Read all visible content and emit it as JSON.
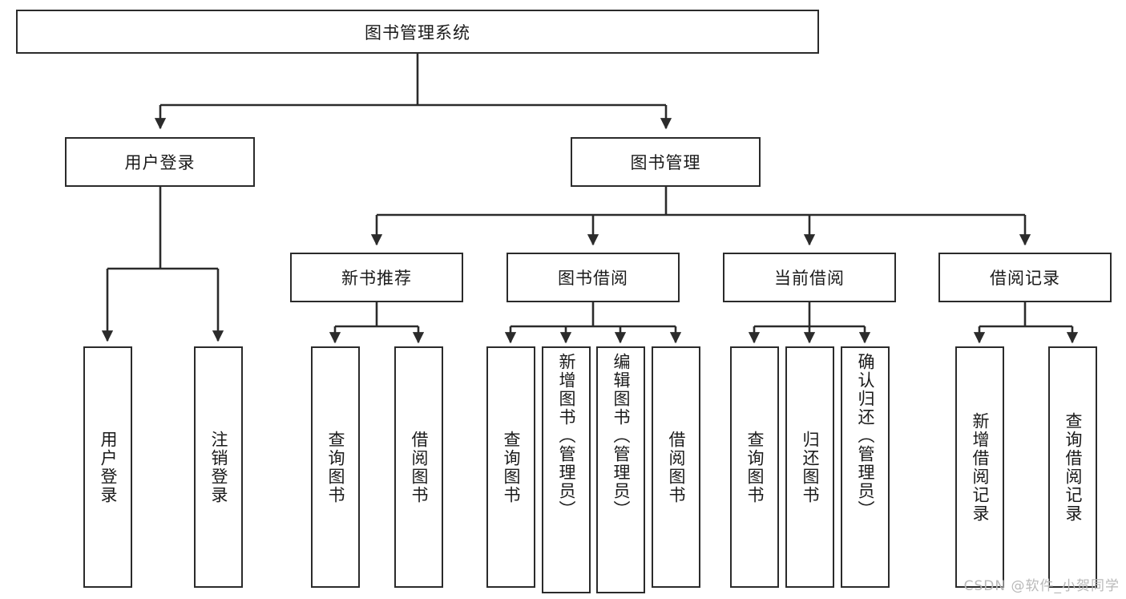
{
  "diagram": {
    "type": "tree-hierarchy",
    "orientation": "top-down",
    "title": "图书管理系统",
    "background_color": "#ffffff",
    "line_color": "#2b2b2b",
    "box_fill": "#ffffff",
    "text_color": "#1a1a1a",
    "root": {
      "label": "图书管理系统"
    },
    "level1": [
      {
        "label": "用户登录"
      },
      {
        "label": "图书管理"
      }
    ],
    "level2": [
      {
        "label": "新书推荐"
      },
      {
        "label": "图书借阅"
      },
      {
        "label": "当前借阅"
      },
      {
        "label": "借阅记录"
      }
    ],
    "leaves": {
      "user_login": [
        {
          "label": "用户登录"
        },
        {
          "label": "注销登录"
        }
      ],
      "new_book_recommend": [
        {
          "label": "查询图书"
        },
        {
          "label": "借阅图书"
        }
      ],
      "book_borrow": [
        {
          "label": "查询图书"
        },
        {
          "label": "新增图书（管理员）"
        },
        {
          "label": "编辑图书（管理员）"
        },
        {
          "label": "借阅图书"
        }
      ],
      "current_borrow": [
        {
          "label": "查询图书"
        },
        {
          "label": "归还图书"
        },
        {
          "label": "确认归还（管理员）"
        }
      ],
      "borrow_record": [
        {
          "label": "新增借阅记录"
        },
        {
          "label": "查询借阅记录"
        }
      ]
    }
  },
  "watermark": {
    "text": "CSDN @软件_小贺同学"
  }
}
